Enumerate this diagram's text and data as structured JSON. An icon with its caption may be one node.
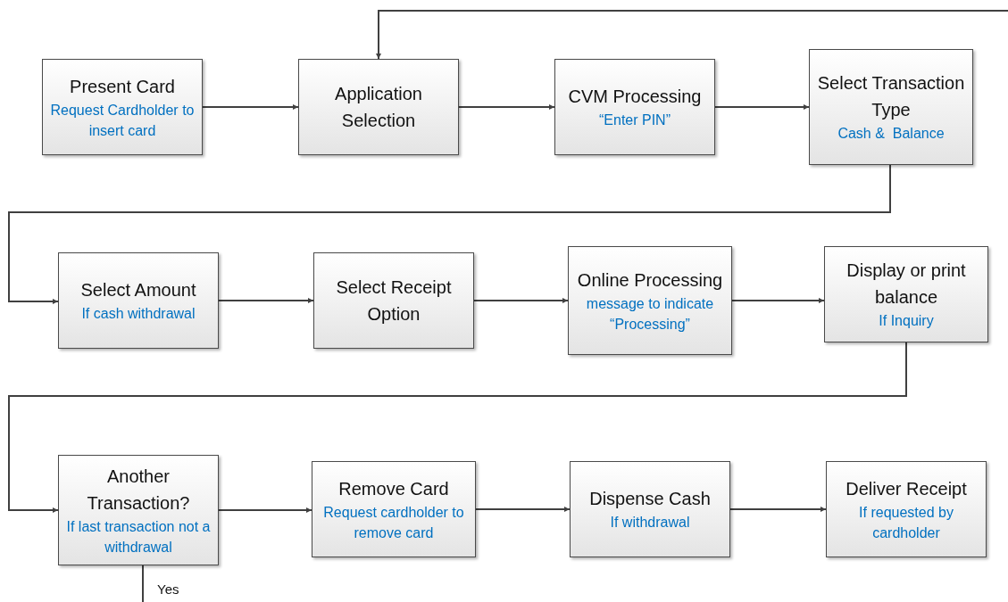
{
  "diagram": {
    "nodes": [
      {
        "text": [
          "Present Card",
          "Request Cardholder to insert card"
        ]
      },
      {
        "text": [
          "Application Selection"
        ]
      },
      {
        "text": [
          "CVM Processing",
          "“Enter PIN”"
        ]
      },
      {
        "text": [
          "Select Transaction Type",
          "Cash &  Balance"
        ]
      },
      {
        "text": [
          "Select Amount",
          "If cash withdrawal"
        ]
      },
      {
        "text": [
          "Select Receipt Option"
        ]
      },
      {
        "text": [
          "Online Processing",
          "message to indicate “Processing”"
        ]
      },
      {
        "text": [
          "Display or print balance",
          "If Inquiry"
        ]
      },
      {
        "text": [
          "Another Transaction?",
          "If last transaction not a withdrawal"
        ]
      },
      {
        "text": [
          "Remove Card",
          "Request cardholder to remove card"
        ]
      },
      {
        "text": [
          "Dispense Cash",
          "If withdrawal"
        ]
      },
      {
        "text": [
          "Deliver Receipt",
          "If requested by cardholder"
        ]
      }
    ],
    "edges": [
      {
        "from": 0,
        "to": 1,
        "arrow": "to"
      },
      {
        "from": 1,
        "to": 2,
        "arrow": "to"
      },
      {
        "from": 2,
        "to": 3,
        "arrow": "to"
      },
      {
        "from": 3,
        "to": 4,
        "arrow": "to"
      },
      {
        "from": 4,
        "to": 5,
        "arrow": "to"
      },
      {
        "from": 5,
        "to": 6,
        "arrow": "to"
      },
      {
        "from": 6,
        "to": 7,
        "arrow": "to"
      },
      {
        "from": 7,
        "to": 8,
        "arrow": "to"
      },
      {
        "from": 8,
        "to": 9,
        "arrow": "to"
      },
      {
        "from": 9,
        "to": 10,
        "arrow": "to"
      },
      {
        "from": 10,
        "to": 11,
        "arrow": "to"
      },
      {
        "from": 8,
        "to": null,
        "arrow": "none",
        "label": "Yes"
      },
      {
        "from": null,
        "to": 1,
        "arrow": "to"
      }
    ]
  }
}
